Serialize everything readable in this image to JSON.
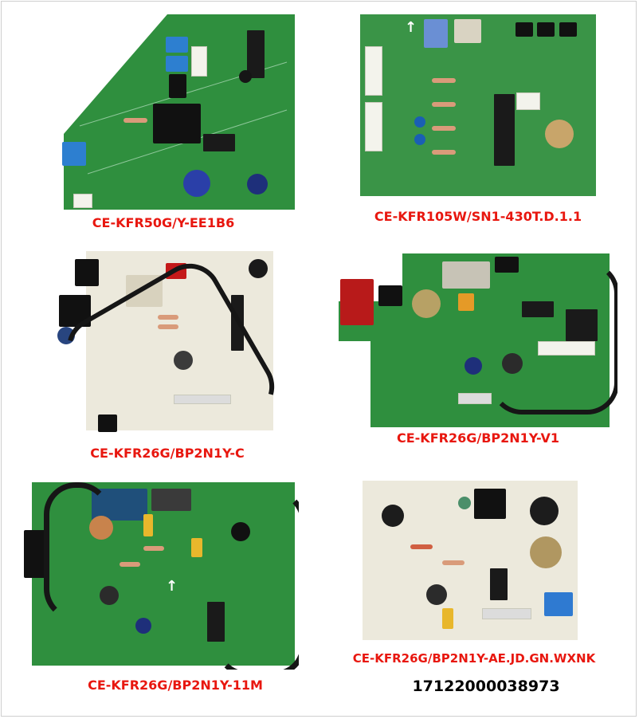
{
  "colors": {
    "label_red": "#e8170f",
    "label_black": "#000000",
    "pcb_green": "#2f8f3e",
    "pcb_white": "#ece9dc"
  },
  "products": [
    {
      "label": "CE-KFR50G/Y-EE1B6",
      "board_color": "green"
    },
    {
      "label": "CE-KFR105W/SN1-430T.D.1.1",
      "board_color": "green"
    },
    {
      "label": "CE-KFR26G/BP2N1Y-C",
      "board_color": "white"
    },
    {
      "label": "CE-KFR26G/BP2N1Y-V1",
      "board_color": "green"
    },
    {
      "label": "CE-KFR26G/BP2N1Y-11M",
      "board_color": "green"
    },
    {
      "label": "CE-KFR26G/BP2N1Y-AE.JD.GN.WXNK",
      "board_color": "white"
    }
  ],
  "part_number": "17122000038973"
}
